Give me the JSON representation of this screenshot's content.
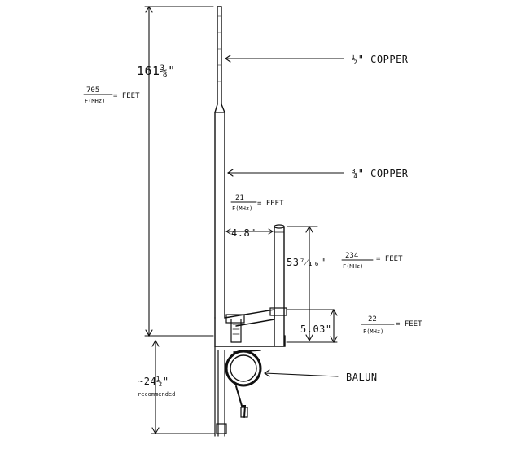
{
  "labels": {
    "height_total": "161⅜\"",
    "formula_705": "705",
    "formula_705_den": "F(MHz)",
    "formula_705_rhs": "= FEET",
    "half_copper": "½\" COPPER",
    "three_quarter_copper": "¾\" COPPER",
    "formula_21": "21",
    "formula_21_den": "F(MHz)",
    "formula_21_rhs": "= FEET",
    "gap_48": "4.8\"",
    "stub_height": "53⁷⁄₁₆\"",
    "formula_234": "234",
    "formula_234_den": "F(MHz)",
    "formula_234_rhs": "= FEET",
    "offset_503": "5.03\"",
    "formula_22": "22",
    "formula_22_den": "F(MHz)",
    "formula_22_rhs": "= FEET",
    "balun": "BALUN",
    "bottom_length": "~24½\"",
    "bottom_note": "recommended"
  }
}
